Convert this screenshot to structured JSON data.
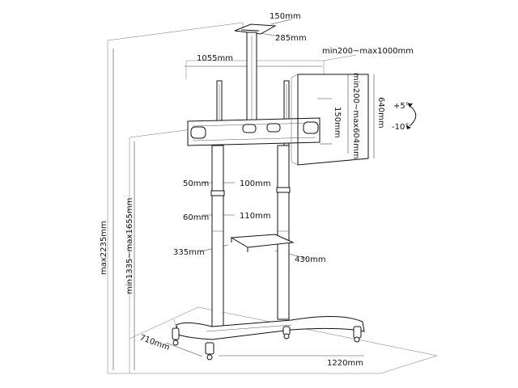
{
  "diagram": {
    "labels": {
      "plate_width": "150mm",
      "plate_depth": "285mm",
      "bracket_width": "1055mm",
      "vesa_horizontal": "min200~max1000mm",
      "vesa_vertical": "min200~max604mm",
      "bracket_height": "640mm",
      "arm_offset": "150mm",
      "tilt_up": "+5°",
      "tilt_down": "-10°",
      "clamp_upper_dia": "50mm",
      "clamp_upper_w": "100mm",
      "clamp_lower_dia": "60mm",
      "clamp_lower_w": "110mm",
      "shelf_depth": "335mm",
      "shelf_width": "430mm",
      "total_height": "max2235mm",
      "adjust_height": "min1335~max1655mm",
      "base_depth": "710mm",
      "base_width": "1220mm"
    }
  }
}
